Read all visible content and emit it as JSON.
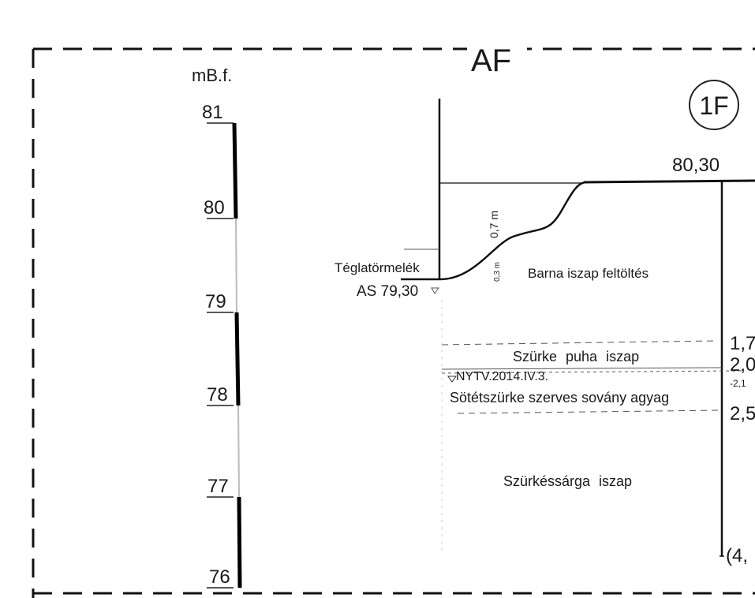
{
  "header": {
    "unit_label": "mB.f.",
    "section_title": "AF",
    "borehole_id": "1F"
  },
  "scale": {
    "ticks": [
      "81",
      "80",
      "79",
      "78",
      "77",
      "76"
    ]
  },
  "profile": {
    "left_annotation": "Téglatörmelék",
    "ground_level_left": "AS 79,30",
    "top_elevation": "80,30",
    "depth_07": "0,7 m",
    "depth_03": "0,3 m",
    "water_level": "NYTV.2014.IV.3."
  },
  "layers": [
    {
      "name": "Barna iszap feltöltés"
    },
    {
      "name": "Szürke puha iszap"
    },
    {
      "name": "Sötétszürke szerves sovány agyag"
    },
    {
      "name": "Szürkéssárga iszap"
    }
  ],
  "depths": {
    "d1": "1,7",
    "d2": "2,0",
    "d_small": "-2,1",
    "d3": "2,5",
    "bottom": "(4,"
  }
}
